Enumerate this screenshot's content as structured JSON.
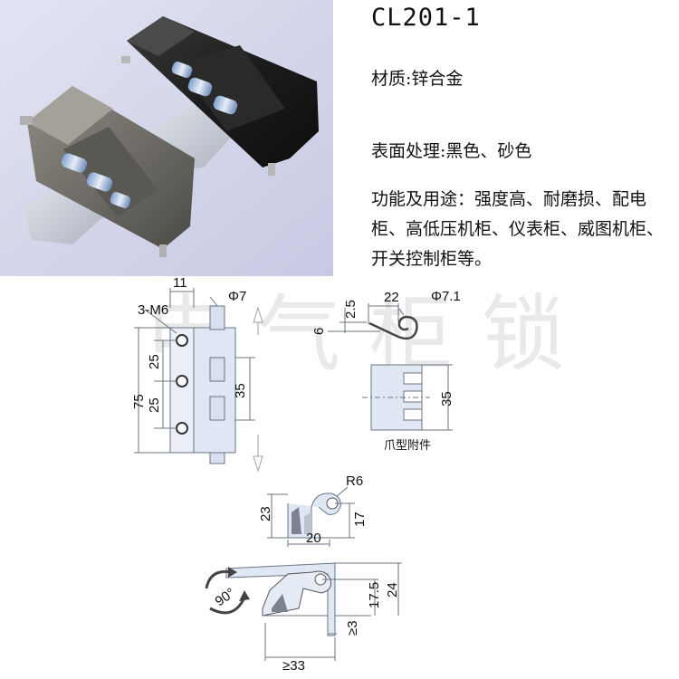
{
  "header": {
    "model": "CL201-1"
  },
  "specs": {
    "material": "材质:锌合金",
    "surface": "表面处理:黑色、砂色",
    "usage": "功能及用途：强度高、耐磨损、配电柜、高低压机柜、仪表柜、威图机柜、开关控制柜等。"
  },
  "watermark": "电气柜锁",
  "front_view": {
    "thread": "3-M6",
    "dim_top": "11",
    "dim_pin": "Φ7",
    "dim_height": "75",
    "dim_upper_pitch": "25",
    "dim_lower_pitch": "25",
    "dim_center": "35"
  },
  "claw_view": {
    "dim_width": "22",
    "dim_pin": "Φ7.1",
    "dim_thickness": "2.5",
    "dim_offset": "6",
    "dim_height": "35",
    "caption": "爪型附件"
  },
  "section_view": {
    "radius": "R6",
    "dim_height": "23",
    "dim_inner": "17",
    "dim_width": "20"
  },
  "install_view": {
    "rotation": "90°",
    "dim_total": "24",
    "dim_pivot": "17.5",
    "dim_gap": "≥3",
    "dim_clear": "≥33"
  }
}
